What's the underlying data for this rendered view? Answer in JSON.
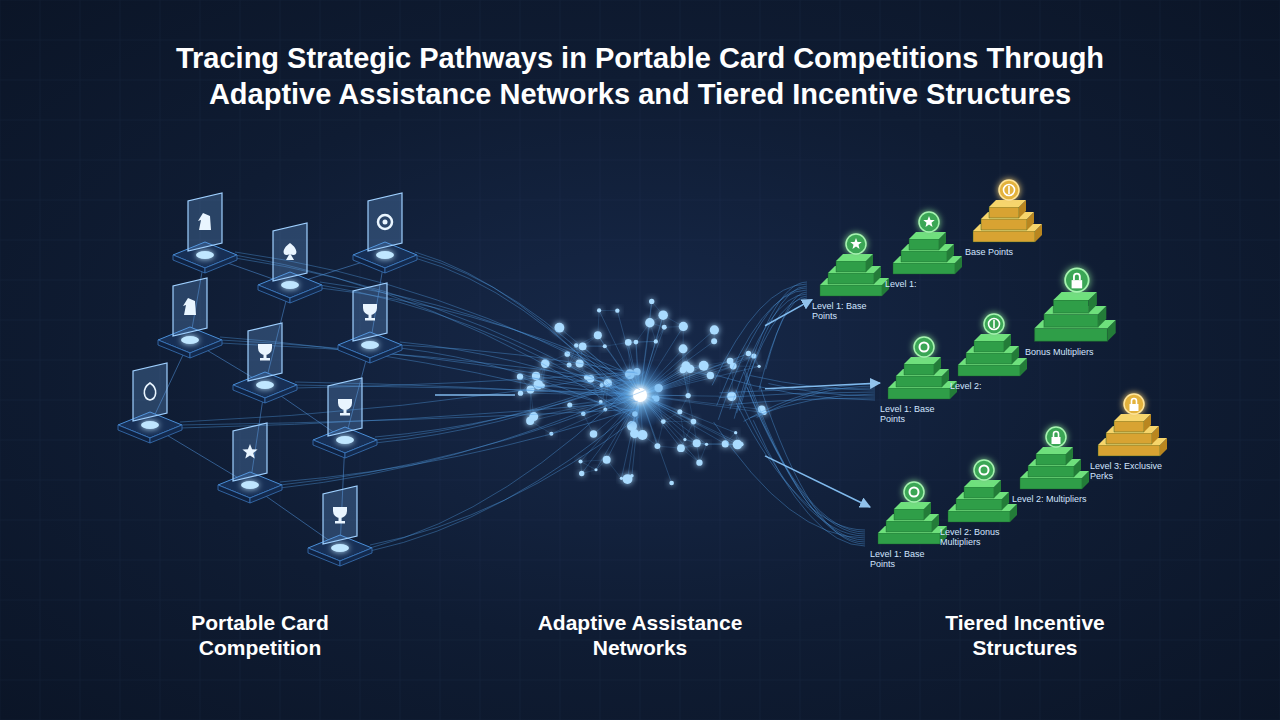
{
  "diagram": {
    "title": "Tracing Strategic Pathways in Portable Card Competitions Through Adaptive Assistance Networks and Tiered Incentive Structures",
    "nodes": [
      {
        "text": [
          "Portable Card Competition"
        ]
      },
      {
        "text": [
          "Adaptive Assistance Networks"
        ]
      },
      {
        "text": [
          "Tiered Incentive Structures"
        ]
      },
      {
        "text": [
          "Level 1: Base Points"
        ],
        "in": 2
      },
      {
        "text": [
          "Level 1:"
        ],
        "in": 2
      },
      {
        "text": [
          "Base Points"
        ],
        "in": 2
      },
      {
        "text": [
          "Level 1: Base Points"
        ],
        "in": 2
      },
      {
        "text": [
          "Level 2:"
        ],
        "in": 2
      },
      {
        "text": [
          "Bonus Multipliers"
        ],
        "in": 2
      },
      {
        "text": [
          "Level 1: Base Points"
        ],
        "in": 2
      },
      {
        "text": [
          "Level 2: Bonus Multipliers"
        ],
        "in": 2
      },
      {
        "text": [
          "Level 2: Multipliers"
        ],
        "in": 2
      },
      {
        "text": [
          "Level 3: Exclusive Perks"
        ],
        "in": 2
      }
    ],
    "edges": [
      {
        "from": 0,
        "to": 1,
        "arrow": "none"
      },
      {
        "from": 1,
        "to": 3,
        "arrow": "to"
      },
      {
        "from": 1,
        "to": 6,
        "arrow": "to"
      },
      {
        "from": 1,
        "to": 9,
        "arrow": "to"
      }
    ]
  }
}
